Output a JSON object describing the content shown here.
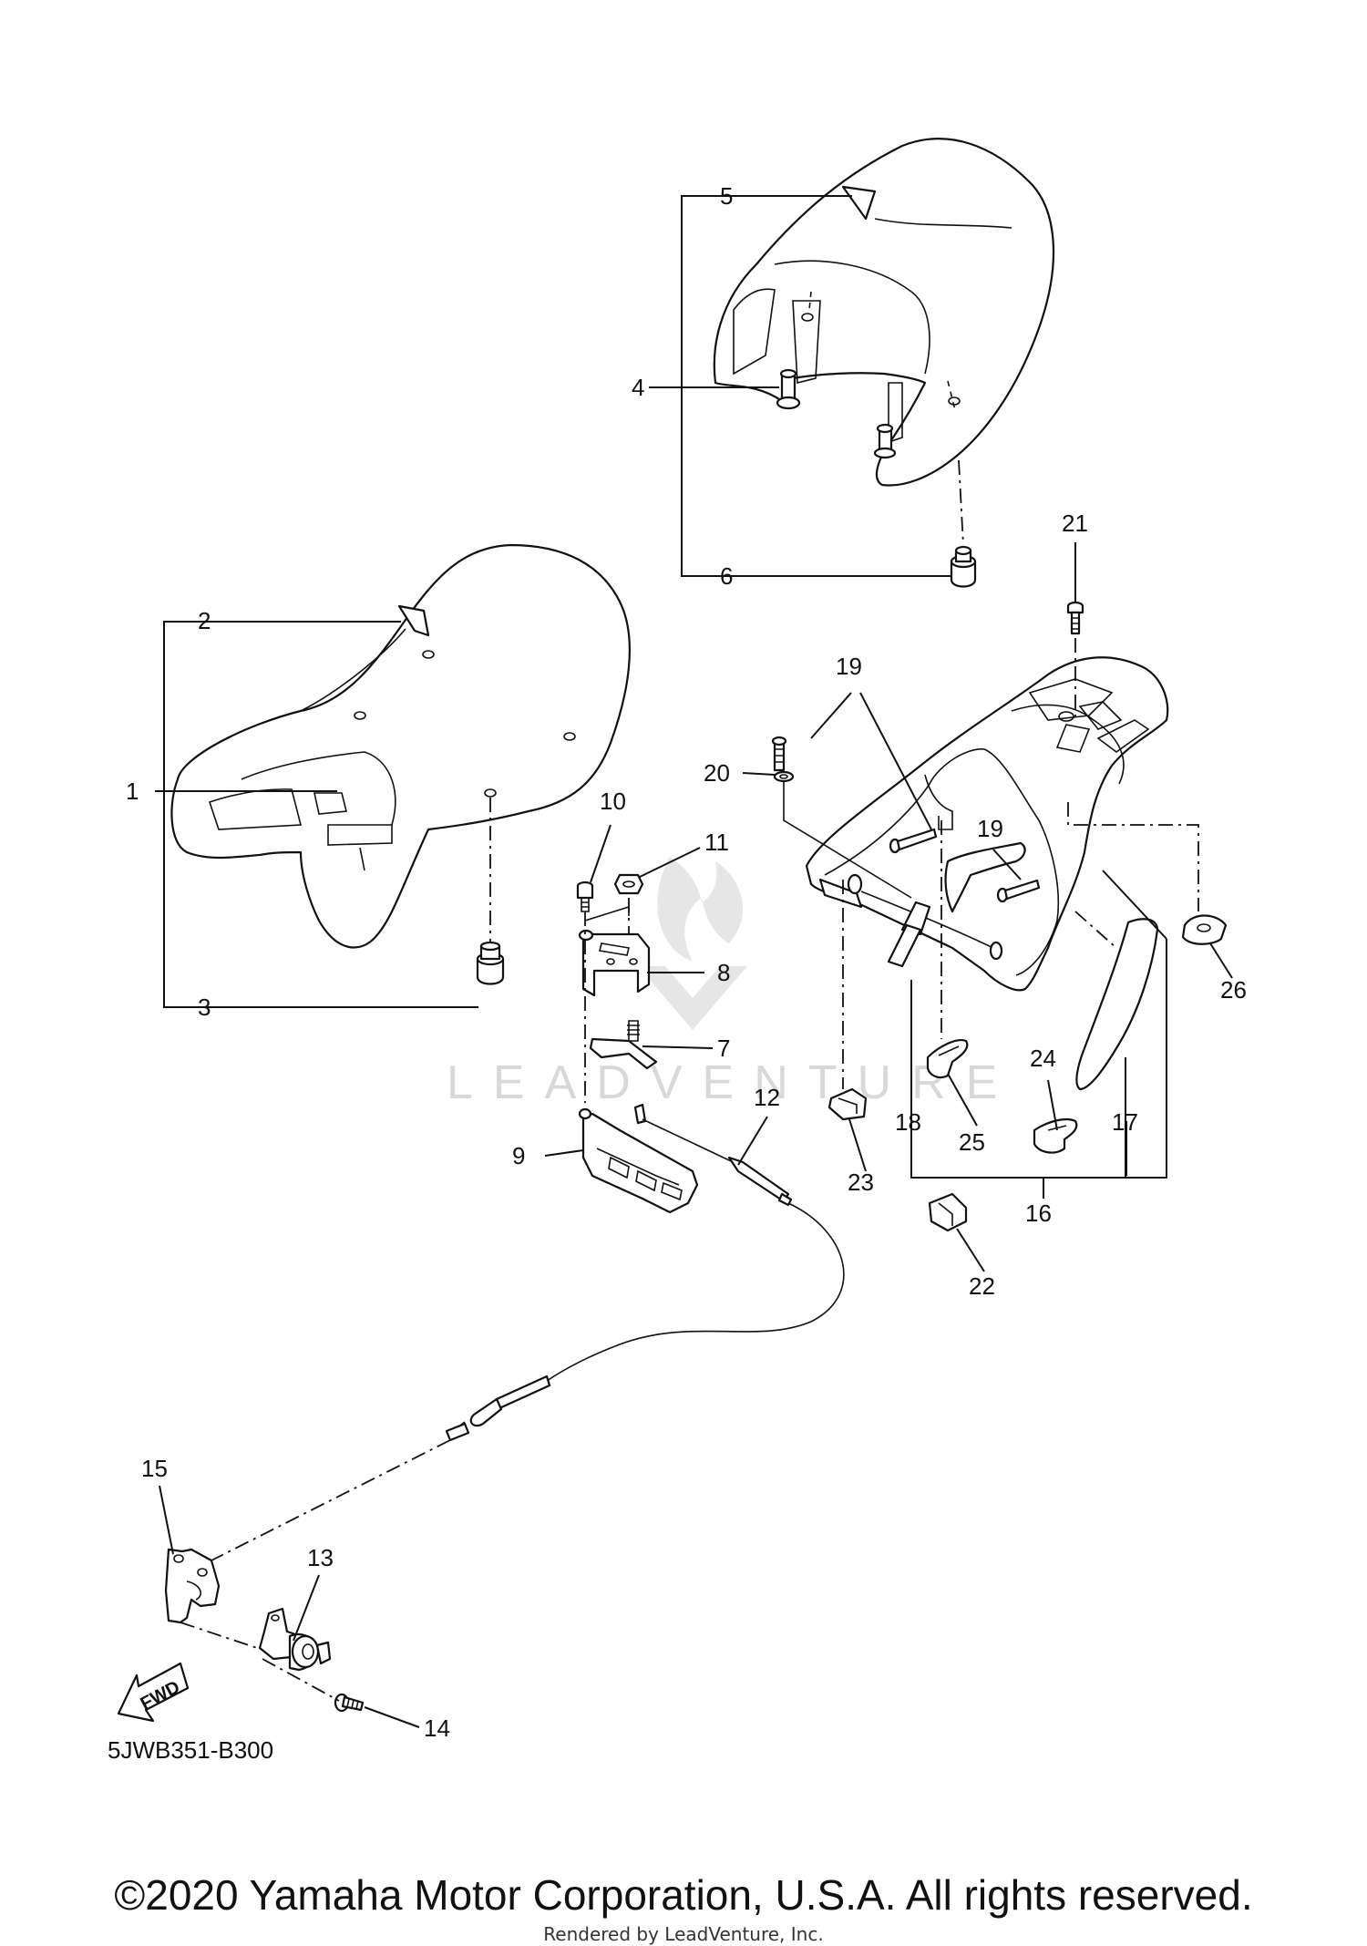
{
  "diagram": {
    "diagram_code": "5JWB351-B300",
    "fwd_label": "FWD",
    "watermark": "LEADVENTURE",
    "callouts": {
      "c1": "1",
      "c2": "2",
      "c3": "3",
      "c4": "4",
      "c5": "5",
      "c6": "6",
      "c7": "7",
      "c8": "8",
      "c9": "9",
      "c10": "10",
      "c11": "11",
      "c12": "12",
      "c13": "13",
      "c14": "14",
      "c15": "15",
      "c16": "16",
      "c17": "17",
      "c18": "18",
      "c19a": "19",
      "c19b": "19",
      "c20": "20",
      "c21": "21",
      "c22": "22",
      "c23": "23",
      "c24": "24",
      "c25": "25",
      "c26": "26"
    }
  },
  "footer": {
    "copyright": "©2020 Yamaha Motor Corporation, U.S.A. All rights reserved.",
    "rendered_by": "Rendered by LeadVenture, Inc."
  }
}
